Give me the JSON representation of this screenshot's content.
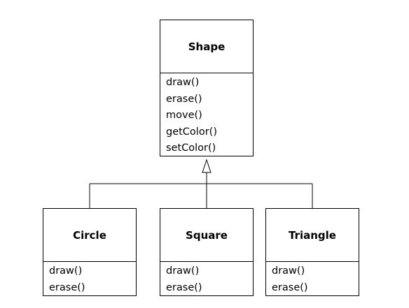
{
  "classes": {
    "shape": {
      "name": "Shape",
      "methods": [
        "draw()",
        "erase()",
        "move()",
        "getColor()",
        "setColor()"
      ]
    },
    "circle": {
      "name": "Circle",
      "methods": [
        "draw()",
        "erase()"
      ]
    },
    "square": {
      "name": "Square",
      "methods": [
        "draw()",
        "erase()"
      ]
    },
    "triangle": {
      "name": "Triangle",
      "methods": [
        "draw()",
        "erase()"
      ]
    }
  },
  "relationship": "inheritance"
}
